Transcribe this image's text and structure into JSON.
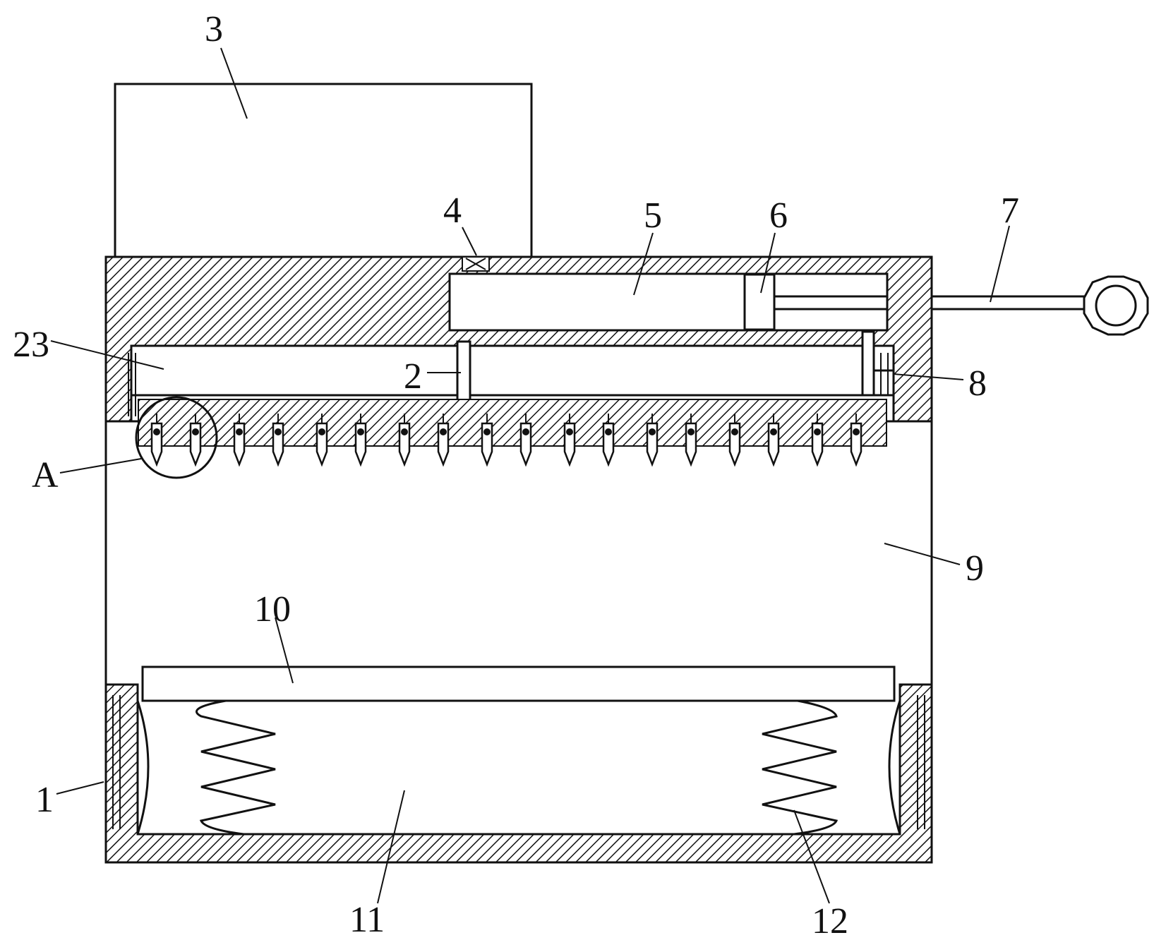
{
  "labels": [
    {
      "id": "part-3",
      "text": "3"
    },
    {
      "id": "part-4",
      "text": "4"
    },
    {
      "id": "part-5",
      "text": "5"
    },
    {
      "id": "part-6",
      "text": "6"
    },
    {
      "id": "part-7",
      "text": "7"
    },
    {
      "id": "part-23",
      "text": "23"
    },
    {
      "id": "part-2",
      "text": "2"
    },
    {
      "id": "part-8",
      "text": "8"
    },
    {
      "id": "part-A",
      "text": "A"
    },
    {
      "id": "part-9",
      "text": "9"
    },
    {
      "id": "part-10",
      "text": "10"
    },
    {
      "id": "part-1",
      "text": "1"
    },
    {
      "id": "part-11",
      "text": "11"
    },
    {
      "id": "part-12",
      "text": "12"
    }
  ]
}
